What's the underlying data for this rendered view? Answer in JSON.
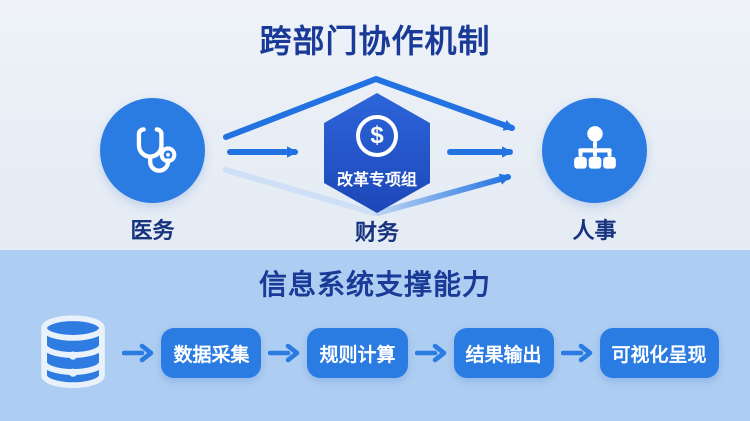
{
  "top_section": {
    "title": "跨部门协作机制",
    "nodes": {
      "medical": {
        "label": "医务",
        "icon": "stethoscope-icon"
      },
      "finance": {
        "label": "财务",
        "badge": "改革专项组",
        "icon": "dollar-icon",
        "dollar": "$"
      },
      "hr": {
        "label": "人事",
        "icon": "org-chart-icon"
      }
    },
    "connections": [
      "medical -> finance (horizontal arrow)",
      "finance -> hr (horizontal arrow)",
      "medical -> hr (upper chevron arrow over hexagon)",
      "medical -> hr (lower faded-to-blue v arrow under hexagon)"
    ]
  },
  "bottom_section": {
    "title": "信息系统支撑能力",
    "source_icon": "database-icon",
    "steps": [
      {
        "label": "数据采集"
      },
      {
        "label": "规则计算"
      },
      {
        "label": "结果输出"
      },
      {
        "label": "可视化呈现"
      }
    ]
  },
  "colors": {
    "top_background": "#e8eef6",
    "bottom_background": "#aecdf2",
    "node_blue": "#2b7ce2",
    "hexagon_blue_top": "#2d65da",
    "hexagon_blue_bottom": "#1c47b8",
    "arrow_blue": "#2272e2",
    "arrow_faded": "#cfe0f6",
    "title_navy": "#1a3a97",
    "step_box_blue": "#2b7ce2",
    "icon_white": "#ffffff"
  }
}
